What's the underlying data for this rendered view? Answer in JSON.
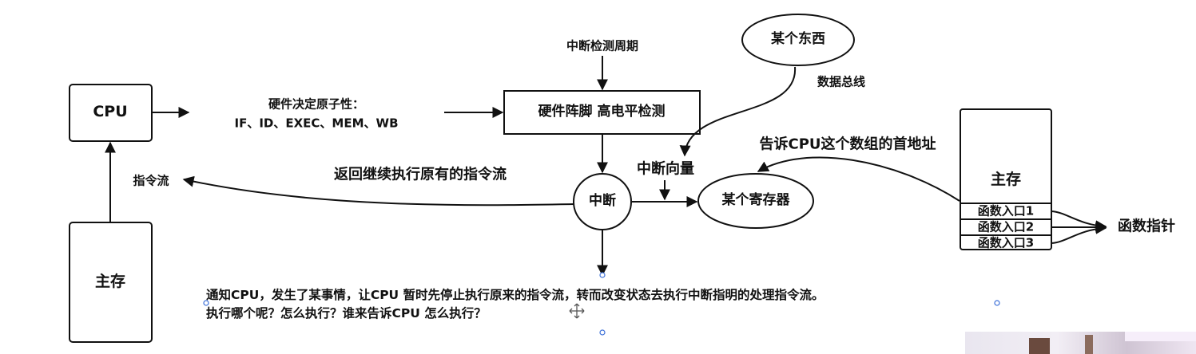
{
  "nodes": {
    "cpu": "CPU",
    "main_memory_left": "主存",
    "hardware_pins": "硬件阵脚 高电平检测",
    "something": "某个东西",
    "interrupt": "中断",
    "some_register": "某个寄存器",
    "main_memory_right": "主存",
    "entries": [
      "函数入口1",
      "函数入口2",
      "函数入口3"
    ]
  },
  "labels": {
    "atomicity_line1": "硬件决定原子性：",
    "atomicity_line2": "IF、ID、EXEC、MEM、WB",
    "instruction_stream": "指令流",
    "interrupt_check_cycle": "中断检测周期",
    "data_bus": "数据总线",
    "return_continue": "返回继续执行原有的指令流",
    "interrupt_vector": "中断向量",
    "tell_cpu_address": "告诉CPU这个数组的首地址",
    "function_pointer": "函数指针"
  },
  "notes": {
    "line1": "通知CPU，发生了某事情，让CPU 暂时先停止执行原来的指令流，转而改变状态去执行中断指明的处理指令流。",
    "line2": "执行哪个呢？怎么执行？谁来告诉CPU 怎么执行？"
  },
  "colors": {
    "stroke": "#111111",
    "selection_handle": "#3b6fd8",
    "background": "#ffffff"
  }
}
